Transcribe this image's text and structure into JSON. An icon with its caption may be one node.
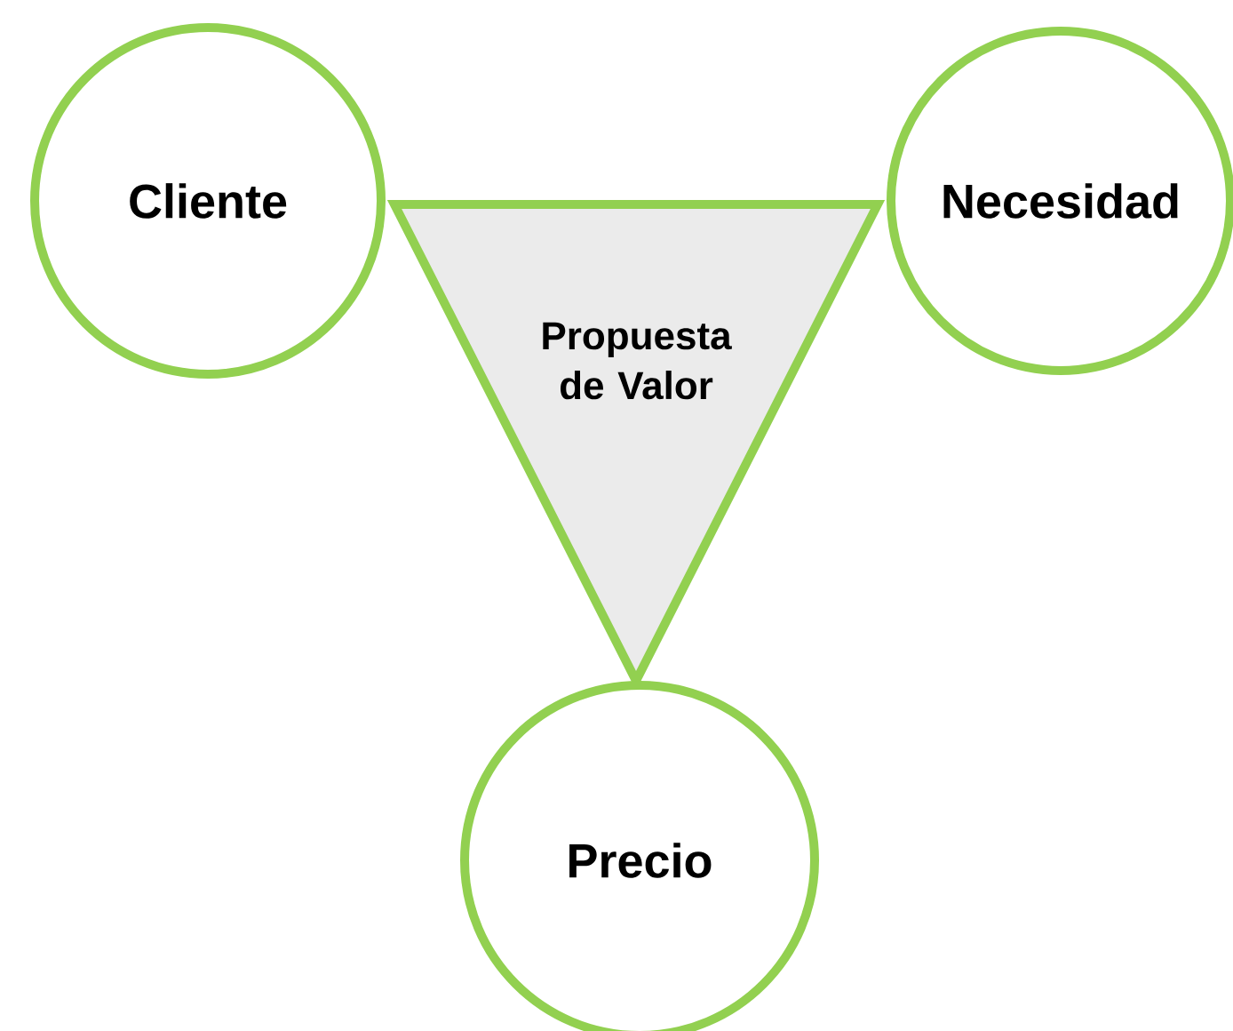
{
  "diagram": {
    "nodes": [
      {
        "text": [
          "Cliente"
        ]
      },
      {
        "text": [
          "Necesidad"
        ]
      },
      {
        "text": [
          "Propuesta de Valor"
        ]
      },
      {
        "text": [
          "Precio"
        ]
      }
    ]
  }
}
